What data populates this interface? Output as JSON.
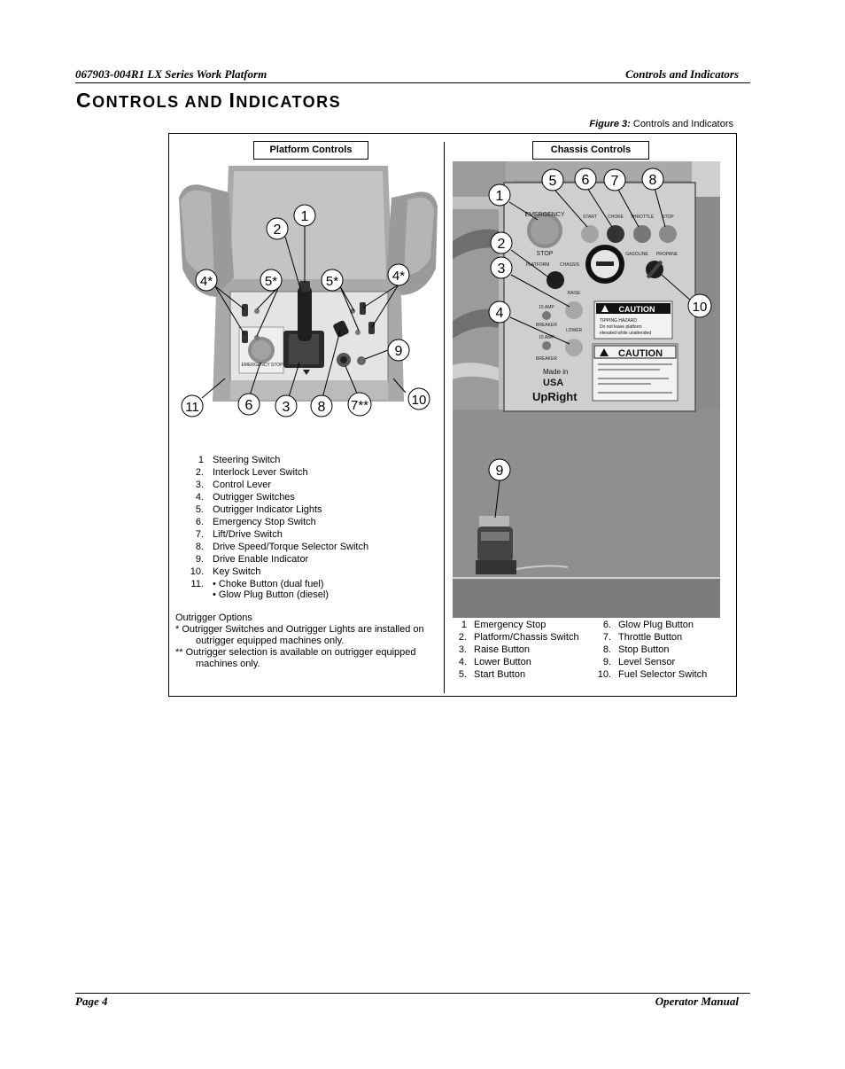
{
  "header": {
    "left": "067903-004R1 LX Series Work Platform",
    "right": "Controls and Indicators"
  },
  "title": {
    "first_c": "C",
    "rest1": "ONTROLS AND ",
    "first_i": "I",
    "rest2": "NDICATORS"
  },
  "figure": {
    "label": "Figure 3:",
    "caption": "Controls and Indicators"
  },
  "platform": {
    "section_label": "Platform Controls",
    "photo_callouts": [
      "1",
      "2",
      "4*",
      "5*",
      "5*",
      "4*",
      "9",
      "10",
      "11",
      "6",
      "3",
      "8",
      "7**"
    ],
    "photo_text": {
      "emergency_stop": "EMERGENCY STOP"
    },
    "legend": [
      {
        "num": "1",
        "label": "Steering Switch"
      },
      {
        "num": "2.",
        "label": "Interlock Lever Switch"
      },
      {
        "num": "3.",
        "label": "Control Lever"
      },
      {
        "num": "4.",
        "label": "Outrigger Switches"
      },
      {
        "num": "5.",
        "label": "Outrigger Indicator Lights"
      },
      {
        "num": "6.",
        "label": "Emergency Stop Switch"
      },
      {
        "num": "7.",
        "label": "Lift/Drive Switch"
      },
      {
        "num": "8.",
        "label": "Drive Speed/Torque Selector Switch"
      },
      {
        "num": "9.",
        "label": "Drive Enable Indicator"
      },
      {
        "num": "10.",
        "label": "Key Switch"
      },
      {
        "num": "11.",
        "label": "• Choke Button (dual fuel)"
      }
    ],
    "legend_extra": "• Glow Plug Button (diesel)",
    "options": {
      "heading": "Outrigger Options",
      "note1": "* Outrigger Switches and Outrigger Lights are installed on outrigger equipped machines only.",
      "note2": "** Outrigger selection is available on outrigger equipped machines only."
    }
  },
  "chassis": {
    "section_label": "Chassis Controls",
    "photo_callouts": [
      "1",
      "2",
      "3",
      "4",
      "5",
      "6",
      "7",
      "8",
      "10",
      "9"
    ],
    "photo_text": {
      "emergency": "EMERGENCY",
      "stop": "STOP",
      "start": "START",
      "choke": "CHOKE",
      "throttle": "THROTTLE",
      "stop_small": "STOP",
      "gasoline": "GASOLINE",
      "propane": "PROPANE",
      "platform": "PLATFORM",
      "chassis": "CHASSIS",
      "raise": "RAISE",
      "lower": "LOWER",
      "amp1": "15 AMP",
      "breaker1": "BREAKER",
      "amp2": "15 AMP",
      "breaker2": "BREAKER",
      "caution1": "CAUTION",
      "caution1_text1": "TIPPING HAZARD",
      "caution1_text2": "Do not leave platform",
      "caution1_text3": "elevated while unattended",
      "caution2": "CAUTION",
      "made_in": "Made in",
      "usa": "USA",
      "brand": "UpRight"
    },
    "legend_left": [
      {
        "num": "1",
        "label": "Emergency Stop"
      },
      {
        "num": "2.",
        "label": "Platform/Chassis Switch"
      },
      {
        "num": "3.",
        "label": "Raise Button"
      },
      {
        "num": "4.",
        "label": "Lower Button"
      },
      {
        "num": "5.",
        "label": "Start Button"
      }
    ],
    "legend_right": [
      {
        "num": "6.",
        "label": "Glow Plug Button"
      },
      {
        "num": "7.",
        "label": "Throttle Button"
      },
      {
        "num": "8.",
        "label": "Stop Button"
      },
      {
        "num": "9.",
        "label": "Level Sensor"
      },
      {
        "num": "10.",
        "label": "Fuel Selector Switch"
      }
    ]
  },
  "footer": {
    "left": "Page 4",
    "right": "Operator Manual"
  }
}
